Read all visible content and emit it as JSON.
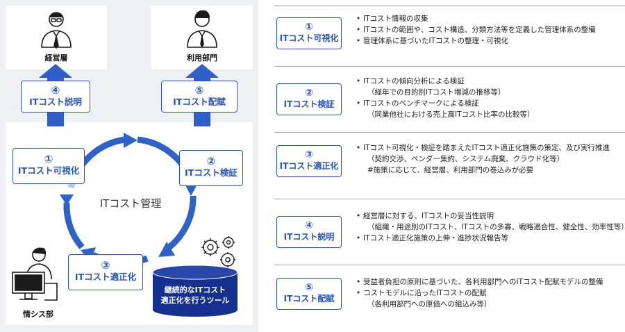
{
  "left": {
    "people": {
      "management": "経営層",
      "business_units": "利用部門",
      "it_dept": "情シス部"
    },
    "center_label": "ITコスト管理",
    "tool_label_lines": [
      "継続的なITコスト",
      "適正化を行うツール"
    ],
    "steps": [
      {
        "num": "①",
        "label": "ITコスト可視化"
      },
      {
        "num": "②",
        "label": "ITコスト検証"
      },
      {
        "num": "③",
        "label": "ITコスト適正化"
      },
      {
        "num": "④",
        "label": "ITコスト説明"
      },
      {
        "num": "⑤",
        "label": "ITコスト配賦"
      }
    ]
  },
  "rows": [
    {
      "num": "①",
      "label": "ITコスト可視化",
      "lines": [
        {
          "bullet": true,
          "text": "ITコスト情報の収集"
        },
        {
          "bullet": true,
          "text": "ITコストの範囲や、コスト構造、分類方法等を定義した管理体系の整備"
        },
        {
          "bullet": true,
          "text": "管理体系に基づいたITコストの整理・可視化"
        }
      ]
    },
    {
      "num": "②",
      "label": "ITコスト検証",
      "lines": [
        {
          "bullet": true,
          "text": "ITコストの傾向分析による検証"
        },
        {
          "bullet": false,
          "text": "（経年での目的別ITコスト増減の推移等）"
        },
        {
          "bullet": true,
          "text": "ITコストのベンチマークによる検証"
        },
        {
          "bullet": false,
          "text": "（同業他社における売上高ITコスト比率の比較等）"
        }
      ]
    },
    {
      "num": "③",
      "label": "ITコスト適正化",
      "lines": [
        {
          "bullet": true,
          "text": "ITコスト可視化・検証を踏まえたITコスト適正化施策の策定、及び実行推進"
        },
        {
          "bullet": false,
          "text": "（契約交渉、ベンダー集約、システム廃棄、クラウド化等）"
        },
        {
          "bullet": false,
          "text": "#施策に応じて、経営層、利用部門の巻込みが必要"
        }
      ]
    },
    {
      "num": "④",
      "label": "ITコスト説明",
      "lines": [
        {
          "bullet": true,
          "text": "経営層に対する、ITコストの妥当性説明"
        },
        {
          "bullet": false,
          "text": "（組織・用途別のITコスト、ITコストの多寡、戦略適合性、健全性、効率性等）"
        },
        {
          "bullet": true,
          "text": "ITコスト適正化施策の上伸・進捗状況報告等"
        }
      ]
    },
    {
      "num": "⑤",
      "label": "ITコスト配賦",
      "lines": [
        {
          "bullet": true,
          "text": "受益者負担の原則に基づいた、各利用部門へのITコスト配賦モデルの整備"
        },
        {
          "bullet": true,
          "text": "コストモデルに沿ったITコストの配賦"
        },
        {
          "bullet": false,
          "text": "（各利用部門への原価への組込み等）"
        }
      ]
    }
  ],
  "colors": {
    "accent": "#2854b8",
    "arrow_light": "#4a7fd8",
    "cylinder": "#15308f",
    "panel_bg": "#eef0f4"
  }
}
